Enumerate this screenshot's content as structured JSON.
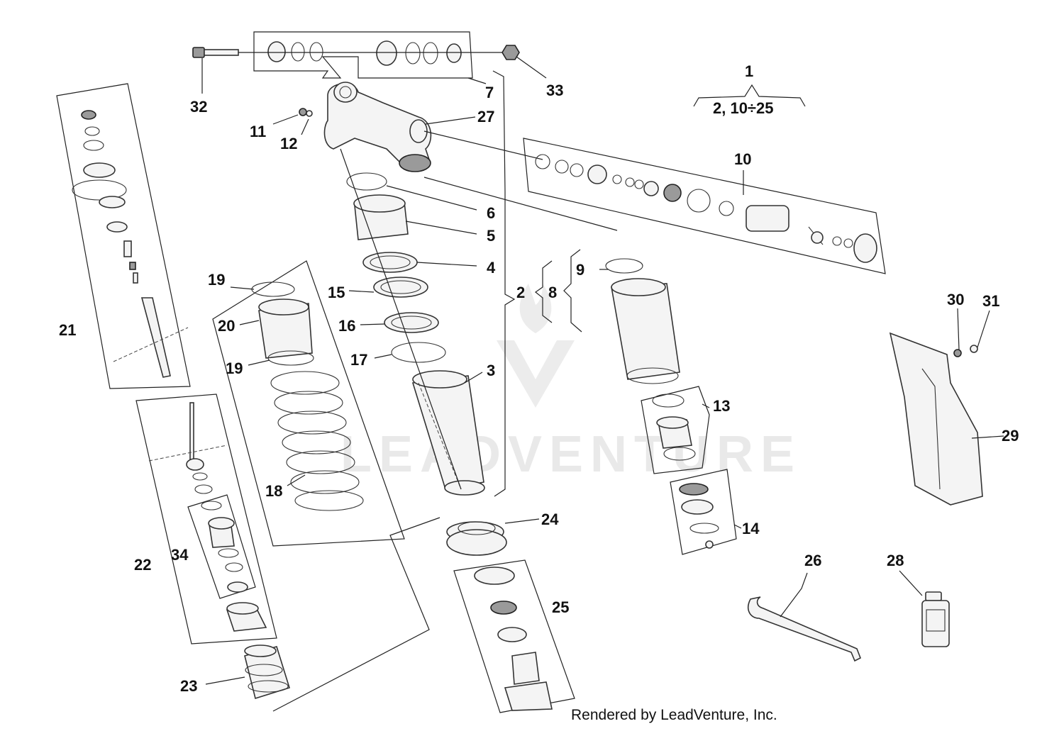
{
  "diagram": {
    "credit": "Rendered by LeadVenture, Inc.",
    "watermark": "LEADVENTURE",
    "assembly_note": {
      "number": "1",
      "contents": "2, 10÷25"
    },
    "callouts": {
      "c2": "2",
      "c3": "3",
      "c4": "4",
      "c5": "5",
      "c6": "6",
      "c7": "7",
      "c8": "8",
      "c9": "9",
      "c10": "10",
      "c11": "11",
      "c12": "12",
      "c13": "13",
      "c14": "14",
      "c15": "15",
      "c16": "16",
      "c17": "17",
      "c18": "18",
      "c19a": "19",
      "c19b": "19",
      "c20": "20",
      "c21": "21",
      "c22": "22",
      "c23": "23",
      "c24": "24",
      "c25": "25",
      "c26": "26",
      "c27": "27",
      "c28": "28",
      "c29": "29",
      "c30": "30",
      "c31": "31",
      "c32": "32",
      "c33": "33",
      "c34": "34"
    }
  }
}
